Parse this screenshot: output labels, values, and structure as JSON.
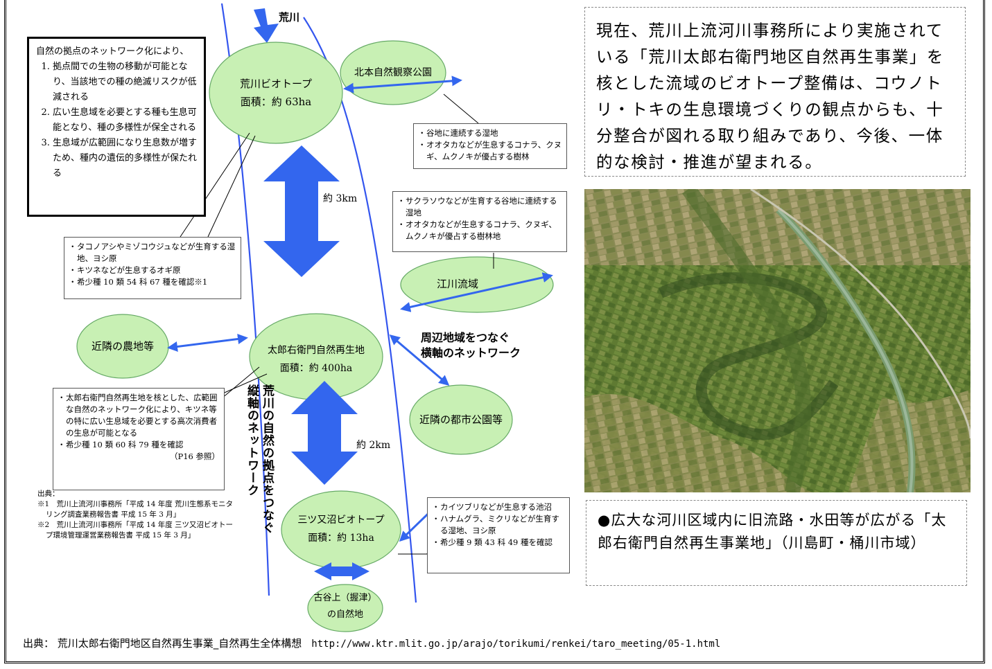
{
  "river_label": "荒川",
  "legend": {
    "intro": "自然の拠点のネットワーク化により、",
    "items": [
      "拠点間での生物の移動が可能となり、当該地での種の絶滅リスクが低減される",
      "広い生息域を必要とする種も生息可能となり、種の多様性が保全される",
      "生息域が広範囲になり生息数が増すため、種内の遺伝的多様性が保たれる"
    ]
  },
  "sites": {
    "biotope_arakawa": {
      "name": "荒川ビオトープ",
      "area": "面積：約 63ha"
    },
    "kitamoto": {
      "name": "北本自然観察公園"
    },
    "taro": {
      "name": "太郎右衛門自然再生地",
      "area": "面積：約 400ha"
    },
    "farmland": {
      "name": "近隣の農地等"
    },
    "egawa": {
      "name": "江川流域"
    },
    "city_park": {
      "name": "近隣の都市公園等"
    },
    "mitsumata": {
      "name": "三ツ又沼ビオトープ",
      "area": "面積：約 13ha"
    },
    "furuyagami_1": "古谷上（握津）",
    "furuyagami_2": "の自然地"
  },
  "distances": {
    "upper": "約 3km",
    "lower": "約 2km"
  },
  "network_label_1": "周辺地域をつなぐ",
  "network_label_2": "横軸のネットワーク",
  "vertical_axis_label_1": "荒川の自然の拠点をつなぐ",
  "vertical_axis_label_2": "縦軸のネットワーク",
  "notes": {
    "kitamoto": [
      "谷地に連続する湿地",
      "オオタカなどが生息するコナラ、クヌギ、ムクノキが優占する樹林"
    ],
    "egawa": [
      "サクラソウなどが生育する谷地に連続する湿地",
      "オオタカなどが生息するコナラ、クヌギ、ムクノキが優占する樹林地"
    ],
    "arakawa": [
      "タコノアシやミゾコウジュなどが生育する湿地、ヨシ原",
      "キツネなどが生息するオギ原",
      "希少種 10 類 54 科 67 種を確認※1"
    ],
    "taro": [
      "太郎右衛門自然再生地を核とした、広範囲な自然のネットワーク化により、キツネ等の特に広い生息域を必要とする高次消費者の生息が可能となる",
      "希少種 10 類 60 科 79 種を確認"
    ],
    "taro_ref": "（P16 参照）",
    "mitsumata": [
      "カイツブリなどが生息する池沼",
      "ハナムグラ、ミクリなどが生育する湿地、ヨシ原",
      "希少種 9 類 43 科 49 種を確認"
    ]
  },
  "sources": {
    "heading": "出典：",
    "items": [
      "※1　荒川上流河川事務所「平成 14 年度 荒川生態系モニタリング調査業務報告書 平成 15 年 3 月」",
      "※2　荒川上流河川事務所「平成 14 年度 三ツ又沼ビオトープ環境管理運営業務報告書 平成 15 年 3 月」"
    ]
  },
  "description": "現在、荒川上流河川事務所により実施されている「荒川太郎右衛門地区自然再生事業」を核とした流域のビオトープ整備は、コウノトリ・トキの生息環境づくりの観点からも、十分整合が図れる取り組みであり、今後、一体的な検討・推進が望まれる。",
  "photo_caption": "●広大な河川区域内に旧流路・水田等が広がる「太郎右衛門自然再生事業地」（川島町・桶川市域）",
  "footer": {
    "source": "出典：  荒川太郎右衛門地区自然再生事業_自然再生全体構想",
    "url": "http://www.ktr.mlit.go.jp/arajo/torikumi/renkei/taro_meeting/05-1.html"
  },
  "colors": {
    "river": "#3355ee",
    "arrow": "#3366ee",
    "ellipse_fill": "#c8f0b4",
    "ellipse_stroke": "#55aa55"
  }
}
